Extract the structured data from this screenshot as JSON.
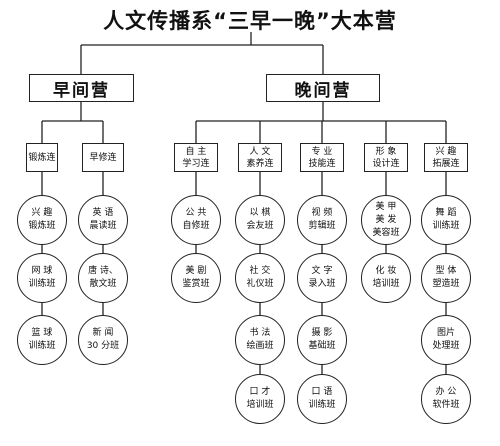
{
  "title": "人文传播系“三早一晚”大本营",
  "morning": {
    "label": "早间营",
    "groups": [
      {
        "label": "锻炼连",
        "classes": [
          "兴  趣\n锻炼班",
          "网  球\n训练班",
          "篮  球\n训练班"
        ]
      },
      {
        "label": "早修连",
        "classes": [
          "英  语\n晨读班",
          "唐 诗、\n散文班",
          "新  闻\n30 分班"
        ]
      }
    ]
  },
  "evening": {
    "label": "晚间营",
    "groups": [
      {
        "label": "自  主\n学习连",
        "classes": [
          "公  共\n自修班",
          "美  剧\n鉴赏班"
        ]
      },
      {
        "label": "人  文\n素养连",
        "classes": [
          "以  棋\n会友班",
          "社  交\n礼仪班",
          "书  法\n绘画班",
          "口  才\n培训班"
        ]
      },
      {
        "label": "专  业\n技能连",
        "classes": [
          "视  频\n剪辑班",
          "文  字\n录入班",
          "摄  影\n基础班",
          "口  语\n训练班"
        ]
      },
      {
        "label": "形  象\n设计连",
        "classes": [
          "美  甲\n美  发\n美容班",
          "化  妆\n培训班"
        ]
      },
      {
        "label": "兴  趣\n拓展连",
        "classes": [
          "舞  蹈\n训练班",
          "型  体\n塑造班",
          "图片\n处理班",
          "办  公\n软件班"
        ]
      }
    ]
  }
}
